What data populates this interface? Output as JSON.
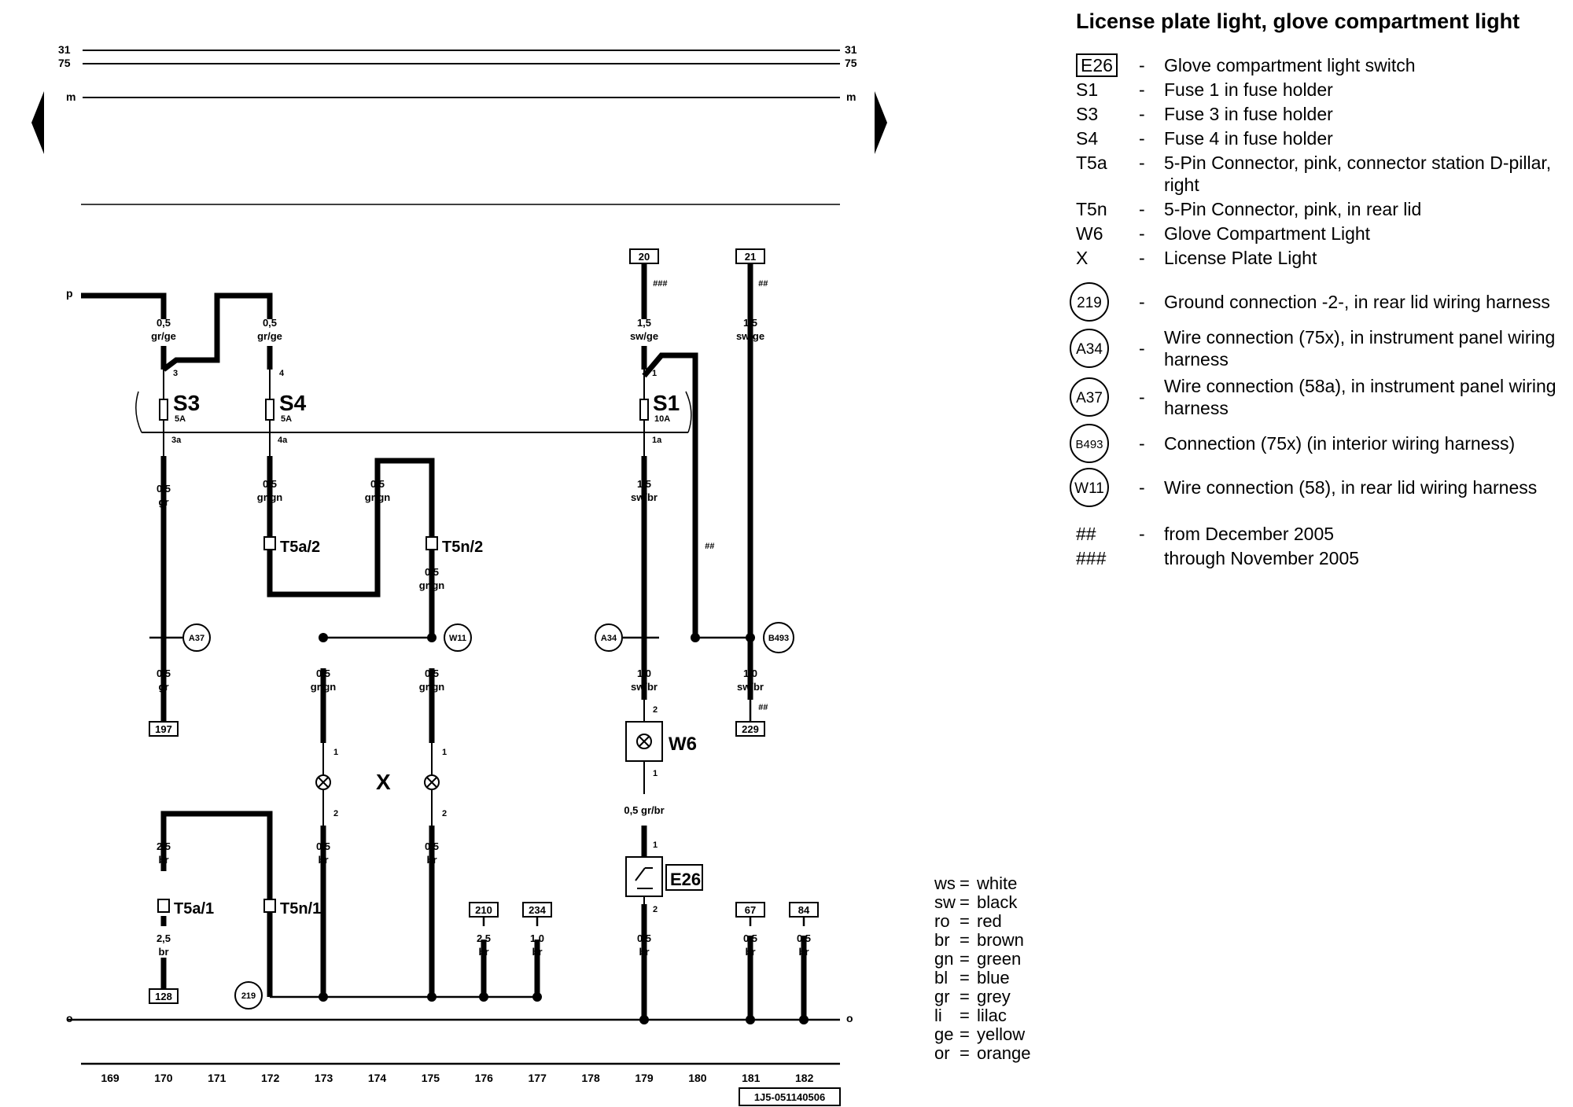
{
  "title": "License plate light, glove compartment light",
  "legend": [
    {
      "code": "E26",
      "sep": "-",
      "desc": "Glove compartment light switch",
      "boxed": true
    },
    {
      "code": "S1",
      "sep": "-",
      "desc": "Fuse 1 in fuse holder"
    },
    {
      "code": "S3",
      "sep": "-",
      "desc": "Fuse 3 in fuse holder"
    },
    {
      "code": "S4",
      "sep": "-",
      "desc": "Fuse 4 in fuse holder"
    },
    {
      "code": "T5a",
      "sep": "-",
      "desc": "5-Pin Connector, pink, connector station D-pillar, right"
    },
    {
      "code": "T5n",
      "sep": "-",
      "desc": "5-Pin Connector, pink, in rear lid"
    },
    {
      "code": "W6",
      "sep": "-",
      "desc": "Glove Compartment Light"
    },
    {
      "code": "X",
      "sep": "-",
      "desc": "License Plate Light"
    }
  ],
  "connections": [
    {
      "code": "219",
      "sep": "-",
      "desc": "Ground connection -2-, in rear lid wiring harness"
    },
    {
      "code": "A34",
      "sep": "-",
      "desc": "Wire connection (75x), in instrument panel wiring harness"
    },
    {
      "code": "A37",
      "sep": "-",
      "desc": "Wire connection (58a), in instrument panel wiring harness"
    },
    {
      "code": "B493",
      "sep": "-",
      "desc": "Connection (75x) (in interior wiring harness)"
    },
    {
      "code": "W11",
      "sep": "-",
      "desc": "Wire connection (58), in rear lid wiring harness"
    }
  ],
  "notes": [
    {
      "code": "##",
      "sep": "-",
      "desc": "from December 2005"
    },
    {
      "code": "###",
      "sep": "",
      "desc": "through November 2005"
    }
  ],
  "color_key": [
    {
      "abbr": "ws",
      "name": "white"
    },
    {
      "abbr": "sw",
      "name": "black"
    },
    {
      "abbr": "ro",
      "name": "red"
    },
    {
      "abbr": "br",
      "name": "brown"
    },
    {
      "abbr": "gn",
      "name": "green"
    },
    {
      "abbr": "bl",
      "name": "blue"
    },
    {
      "abbr": "gr",
      "name": "grey"
    },
    {
      "abbr": "li",
      "name": "lilac"
    },
    {
      "abbr": "ge",
      "name": "yellow"
    },
    {
      "abbr": "or",
      "name": "orange"
    }
  ],
  "rails": {
    "r31": "31",
    "r75": "75",
    "rm": "m",
    "rp": "p",
    "ro": "o"
  },
  "columns": [
    "169",
    "170",
    "171",
    "172",
    "173",
    "174",
    "175",
    "176",
    "177",
    "178",
    "179",
    "180",
    "181",
    "182"
  ],
  "diagram_id": "1J5-051140506",
  "refs": {
    "r20": "20",
    "r21": "21",
    "r197": "197",
    "r229": "229",
    "r128": "128",
    "r210": "210",
    "r234": "234",
    "r67": "67",
    "r84": "84"
  },
  "components": {
    "s3": "S3",
    "s3_rating": "5A",
    "s4": "S4",
    "s4_rating": "5A",
    "s1": "S1",
    "s1_rating": "10A",
    "t5a2": "T5a/2",
    "t5n2": "T5n/2",
    "t5a1": "T5a/1",
    "t5n1": "T5n/1",
    "w6": "W6",
    "e26": "E26",
    "x": "X",
    "a37": "A37",
    "w11": "W11",
    "a34": "A34",
    "b493": "B493",
    "g219": "219"
  },
  "wires": {
    "c170_top_size": "0,5",
    "c170_top_color": "gr/ge",
    "c172_top_size": "0,5",
    "c172_top_color": "gr/ge",
    "c179_top_size": "1,5",
    "c179_top_color": "sw/ge",
    "c181_top_size": "1,5",
    "c181_top_color": "sw/ge",
    "c170_mid_size": "0,5",
    "c170_mid_color": "gr",
    "c172_mid_size": "0,5",
    "c172_mid_color": "gr/gn",
    "c174_mid_size": "0,5",
    "c174_mid_color": "gr/gn",
    "c175_mid_size": "0,5",
    "c175_mid_color": "gr/gn",
    "c179_mid_size": "1,5",
    "c179_mid_color": "sw/br",
    "c170_low_size": "0,5",
    "c170_low_color": "gr",
    "c173_low_size": "0,5",
    "c173_low_color": "gr/gn",
    "c175_low_size": "0,5",
    "c175_low_color": "gr/gn",
    "c179_low_size": "1,0",
    "c179_low_color": "sw/br",
    "c181_low_size": "1,0",
    "c181_low_color": "sw/br",
    "c179_sw": "0,5 gr/br",
    "c170_b1_size": "2,5",
    "c170_b1_color": "br",
    "c170_b2_size": "2,5",
    "c170_b2_color": "br",
    "c173_b_size": "0,5",
    "c173_b_color": "br",
    "c175_b_size": "0,5",
    "c175_b_color": "br",
    "c176_b_size": "2,5",
    "c176_b_color": "br",
    "c177_b_size": "1,0",
    "c177_b_color": "br",
    "c179_b_size": "0,5",
    "c179_b_color": "br",
    "c181_b_size": "0,5",
    "c181_b_color": "br",
    "c182_b_size": "0,5",
    "c182_b_color": "br"
  },
  "pins": {
    "s3_in": "3",
    "s3_out": "3a",
    "s4_in": "4",
    "s4_out": "4a",
    "s1_in": "1",
    "s1_out": "1a",
    "x1_top": "1",
    "x1_bot": "2",
    "x2_top": "1",
    "x2_bot": "2",
    "w6_top": "2",
    "w6_bot": "1",
    "e26_top": "1",
    "e26_bot": "2"
  },
  "marks": {
    "hash3": "###",
    "hash2_a": "##",
    "hash2_b": "##",
    "hash2_c": "##"
  }
}
